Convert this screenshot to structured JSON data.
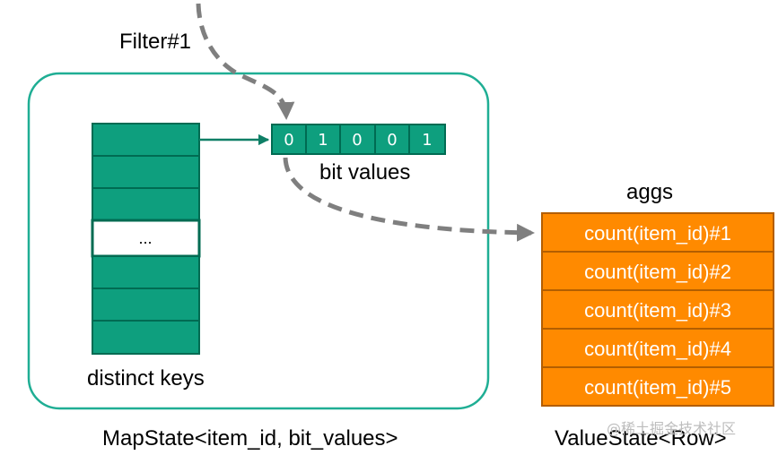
{
  "filter_label": "Filter#1",
  "map_state": {
    "caption": "MapState<item_id, bit_values>",
    "distinct_keys_label": "distinct keys",
    "ellipsis": "...",
    "bit_values_label": "bit values",
    "bits": [
      "0",
      "1",
      "0",
      "0",
      "1"
    ]
  },
  "value_state": {
    "caption": "ValueState<Row>",
    "aggs_label": "aggs",
    "aggs": [
      "count(item_id)#1",
      "count(item_id)#2",
      "count(item_id)#3",
      "count(item_id)#4",
      "count(item_id)#5"
    ]
  },
  "watermark": "@稀土掘金技术社区",
  "colors": {
    "teal": "#0e9f7e",
    "teal_border": "#006b52",
    "container_border": "#1fae94",
    "orange": "#ff8a00",
    "orange_border": "#b35e00",
    "dashed_arrow": "#7f7f7f"
  }
}
